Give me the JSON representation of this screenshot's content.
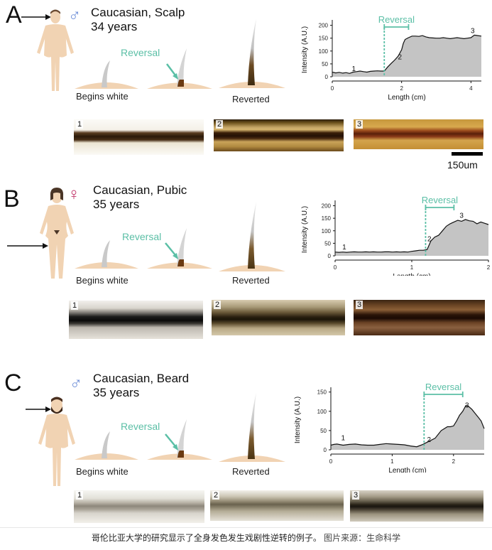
{
  "panels": [
    {
      "letter": "A",
      "sex_symbol": "♂",
      "sex_color": "#6f8fd8",
      "title": "Caucasian, Scalp",
      "age": "34 years",
      "stage_labels": [
        "Begins white",
        "Reverted"
      ],
      "reversal_label": "Reversal",
      "strip_numbers": [
        "1",
        "2",
        "3"
      ],
      "scale_bar_label": "150um"
    },
    {
      "letter": "B",
      "sex_symbol": "♀",
      "sex_color": "#c2366b",
      "title": "Caucasian, Pubic",
      "age": "35 years",
      "stage_labels": [
        "Begins white",
        "Reverted"
      ],
      "reversal_label": "Reversal",
      "strip_numbers": [
        "1",
        "2",
        "3"
      ]
    },
    {
      "letter": "C",
      "sex_symbol": "♂",
      "sex_color": "#6f8fd8",
      "title": "Caucasian, Beard",
      "age": "35 years",
      "stage_labels": [
        "Begins white",
        "Reverted"
      ],
      "reversal_label": "Reversal",
      "strip_numbers": [
        "1",
        "2",
        "3"
      ]
    }
  ],
  "colors": {
    "reversal": "#5bbfa6",
    "profile_fill": "#c4c4c4",
    "skin": "#f1d3b3"
  },
  "chart_data": [
    {
      "type": "area",
      "xlabel": "Length (cm)",
      "ylabel": "Intensity (A.U.)",
      "xlim": [
        0,
        4.3
      ],
      "ylim": [
        0,
        210
      ],
      "xticks": [
        "0",
        "2",
        "4"
      ],
      "yticks": [
        "0",
        "50",
        "100",
        "150",
        "200"
      ],
      "reversal_label": "Reversal",
      "reversal_x": 1.5,
      "reversal_bracket": [
        1.5,
        2.2
      ],
      "point_labels": [
        {
          "text": "1",
          "x": 0.62,
          "y": 22
        },
        {
          "text": "2",
          "x": 1.95,
          "y": 68
        },
        {
          "text": "3",
          "x": 4.05,
          "y": 170
        }
      ],
      "x": [
        0,
        0.1,
        0.2,
        0.3,
        0.4,
        0.5,
        0.6,
        0.7,
        0.8,
        0.9,
        1.0,
        1.1,
        1.2,
        1.3,
        1.4,
        1.5,
        1.6,
        1.7,
        1.8,
        1.9,
        2.0,
        2.05,
        2.1,
        2.2,
        2.3,
        2.4,
        2.5,
        2.6,
        2.7,
        2.8,
        2.9,
        3.0,
        3.1,
        3.2,
        3.3,
        3.4,
        3.5,
        3.6,
        3.7,
        3.8,
        3.9,
        4.0,
        4.1,
        4.2,
        4.3
      ],
      "y": [
        18,
        15,
        17,
        14,
        16,
        13,
        18,
        20,
        22,
        20,
        18,
        21,
        22,
        23,
        22,
        22,
        38,
        52,
        65,
        80,
        105,
        130,
        145,
        152,
        158,
        158,
        157,
        160,
        155,
        152,
        151,
        150,
        150,
        152,
        150,
        148,
        150,
        152,
        150,
        148,
        150,
        152,
        162,
        160,
        158
      ]
    },
    {
      "type": "area",
      "xlabel": "Length (cm)",
      "ylabel": "Intensity (A.U.)",
      "xlim": [
        0,
        2
      ],
      "ylim": [
        0,
        210
      ],
      "xticks": [
        "0",
        "1",
        "2"
      ],
      "yticks": [
        "0",
        "50",
        "100",
        "150",
        "200"
      ],
      "reversal_label": "Reversal",
      "reversal_x": 1.18,
      "reversal_bracket": [
        1.18,
        1.55
      ],
      "point_labels": [
        {
          "text": "1",
          "x": 0.12,
          "y": 25
        },
        {
          "text": "2",
          "x": 1.23,
          "y": 58
        },
        {
          "text": "3",
          "x": 1.65,
          "y": 152
        }
      ],
      "x": [
        0,
        0.05,
        0.1,
        0.15,
        0.2,
        0.25,
        0.3,
        0.35,
        0.4,
        0.45,
        0.5,
        0.55,
        0.6,
        0.65,
        0.7,
        0.75,
        0.8,
        0.85,
        0.9,
        0.95,
        1.0,
        1.05,
        1.1,
        1.15,
        1.2,
        1.25,
        1.3,
        1.35,
        1.4,
        1.45,
        1.5,
        1.55,
        1.6,
        1.65,
        1.7,
        1.75,
        1.8,
        1.85,
        1.9,
        1.95,
        2.0
      ],
      "y": [
        15,
        14,
        15,
        14,
        15,
        16,
        15,
        15,
        16,
        15,
        16,
        15,
        15,
        16,
        16,
        15,
        16,
        15,
        16,
        15,
        18,
        20,
        22,
        22,
        25,
        60,
        75,
        82,
        100,
        118,
        128,
        135,
        142,
        138,
        145,
        140,
        138,
        128,
        135,
        130,
        125
      ]
    },
    {
      "type": "area",
      "xlabel": "Length (cm)",
      "ylabel": "Intensity (A.U.)",
      "xlim": [
        0,
        2.5
      ],
      "ylim": [
        0,
        155
      ],
      "xticks": [
        "0",
        "1",
        "2"
      ],
      "yticks": [
        "0",
        "50",
        "100",
        "150"
      ],
      "reversal_label": "Reversal",
      "reversal_x": 1.52,
      "reversal_bracket": [
        1.52,
        2.15
      ],
      "point_labels": [
        {
          "text": "1",
          "x": 0.2,
          "y": 25
        },
        {
          "text": "2",
          "x": 1.6,
          "y": 20
        },
        {
          "text": "3",
          "x": 2.22,
          "y": 110
        }
      ],
      "x": [
        0,
        0.05,
        0.1,
        0.2,
        0.3,
        0.4,
        0.5,
        0.6,
        0.7,
        0.8,
        0.9,
        1.0,
        1.1,
        1.2,
        1.3,
        1.4,
        1.5,
        1.55,
        1.6,
        1.7,
        1.75,
        1.8,
        1.85,
        1.9,
        1.95,
        2.0,
        2.05,
        2.1,
        2.15,
        2.2,
        2.25,
        2.3,
        2.35,
        2.4,
        2.45,
        2.5
      ],
      "y": [
        12,
        14,
        15,
        12,
        14,
        15,
        13,
        12,
        12,
        14,
        16,
        15,
        14,
        13,
        10,
        8,
        14,
        18,
        22,
        30,
        40,
        50,
        55,
        60,
        60,
        62,
        75,
        90,
        100,
        115,
        112,
        105,
        95,
        85,
        75,
        55
      ]
    }
  ],
  "caption": {
    "text": "哥伦比亚大学的研究显示了全身发色发生戏剧性逆转的例子。",
    "source": "图片来源：生命科学"
  }
}
